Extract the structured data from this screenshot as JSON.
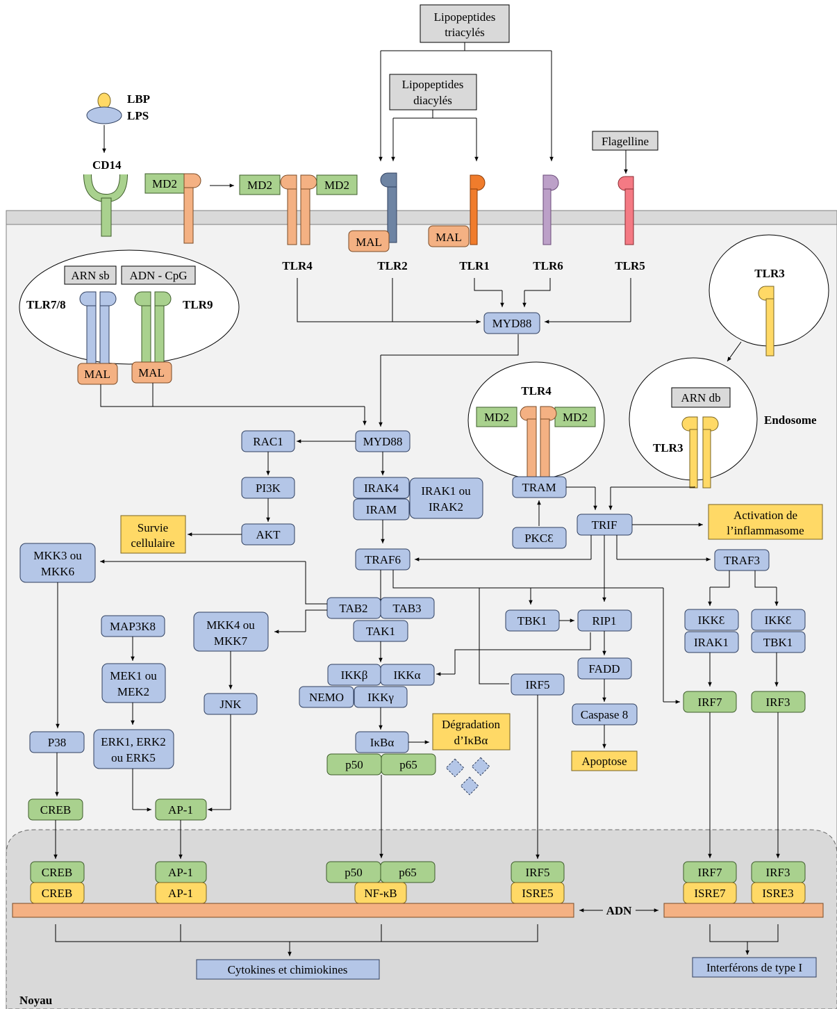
{
  "ligands": {
    "lipo_tri_1": "Lipopeptides",
    "lipo_tri_2": "triacylés",
    "lipo_di_1": "Lipopeptides",
    "lipo_di_2": "diacylés",
    "flagelline": "Flagelline",
    "lbp": "LBP",
    "lps": "LPS",
    "cd14": "CD14",
    "arn_sb": "ARN sb",
    "adn_cpg": "ADN - CpG",
    "arn_db": "ARN db"
  },
  "receptors": {
    "tlr4": "TLR4",
    "tlr2": "TLR2",
    "tlr1": "TLR1",
    "tlr6": "TLR6",
    "tlr5": "TLR5",
    "tlr78": "TLR7/8",
    "tlr9": "TLR9",
    "tlr3": "TLR3",
    "endosome": "Endosome"
  },
  "adaptors": {
    "md2": "MD2",
    "mal": "MAL",
    "myd88": "MYD88",
    "tram": "TRAM",
    "trif": "TRIF"
  },
  "nodes": {
    "rac1": "RAC1",
    "pi3k": "PI3K",
    "akt": "AKT",
    "survie_1": "Survie",
    "survie_2": "cellulaire",
    "irak4": "IRAK4",
    "iram": "IRAM",
    "irak12_1": "IRAK1 ou",
    "irak12_2": "IRAK2",
    "traf6": "TRAF6",
    "pkce": "PKCƐ",
    "inflamm_1": "Activation de",
    "inflamm_2": "l’inflammasome",
    "traf3": "TRAF3",
    "mkk36_1": "MKK3 ou",
    "mkk36_2": "MKK6",
    "map3k8": "MAP3K8",
    "mkk47_1": "MKK4 ou",
    "mkk47_2": "MKK7",
    "tab2": "TAB2",
    "tab3": "TAB3",
    "tak1": "TAK1",
    "tbk1": "TBK1",
    "rip1": "RIP1",
    "ikke": "IKKƐ",
    "irak1": "IRAK1",
    "mek12_1": "MEK1 ou",
    "mek12_2": "MEK2",
    "ikkb": "IKKβ",
    "ikka": "IKKα",
    "nemo": "NEMO",
    "ikkg": "IKKγ",
    "fadd": "FADD",
    "jnk": "JNK",
    "irf5": "IRF5",
    "irf7": "IRF7",
    "irf3": "IRF3",
    "caspase8": "Caspase 8",
    "degr_1": "Dégradation",
    "degr_2": "d’IκBα",
    "p38": "P38",
    "erk_1": "ERK1, ERK2",
    "erk_2": "ou ERK5",
    "ikba": "IκBα",
    "apoptose": "Apoptose",
    "p50": "p50",
    "p65": "p65",
    "creb": "CREB",
    "ap1": "AP-1"
  },
  "nucleus": {
    "nfkb": "NF-κB",
    "isre5": "ISRE5",
    "isre7": "ISRE7",
    "isre3": "ISRE3",
    "adn": "ADN",
    "cytokines": "Cytokines et chimiokines",
    "interferons": "Interférons de type I",
    "noyau": "Noyau"
  },
  "colors": {
    "kinase_blue": "#b4c6e7",
    "factor_green": "#a9d18e",
    "adaptor_orange": "#f4b183",
    "outcome_yellow": "#ffd966",
    "ligand_grey": "#d9d9d9",
    "membrane_grey": "#d9d9d9",
    "nucleus_grey": "#d9d9d9",
    "tlr2_color": "#6e84a3",
    "tlr1_color": "#f07c2c",
    "tlr6_color": "#bca0c8",
    "tlr5_color": "#f47a84",
    "dna_orange": "#f4b183"
  }
}
